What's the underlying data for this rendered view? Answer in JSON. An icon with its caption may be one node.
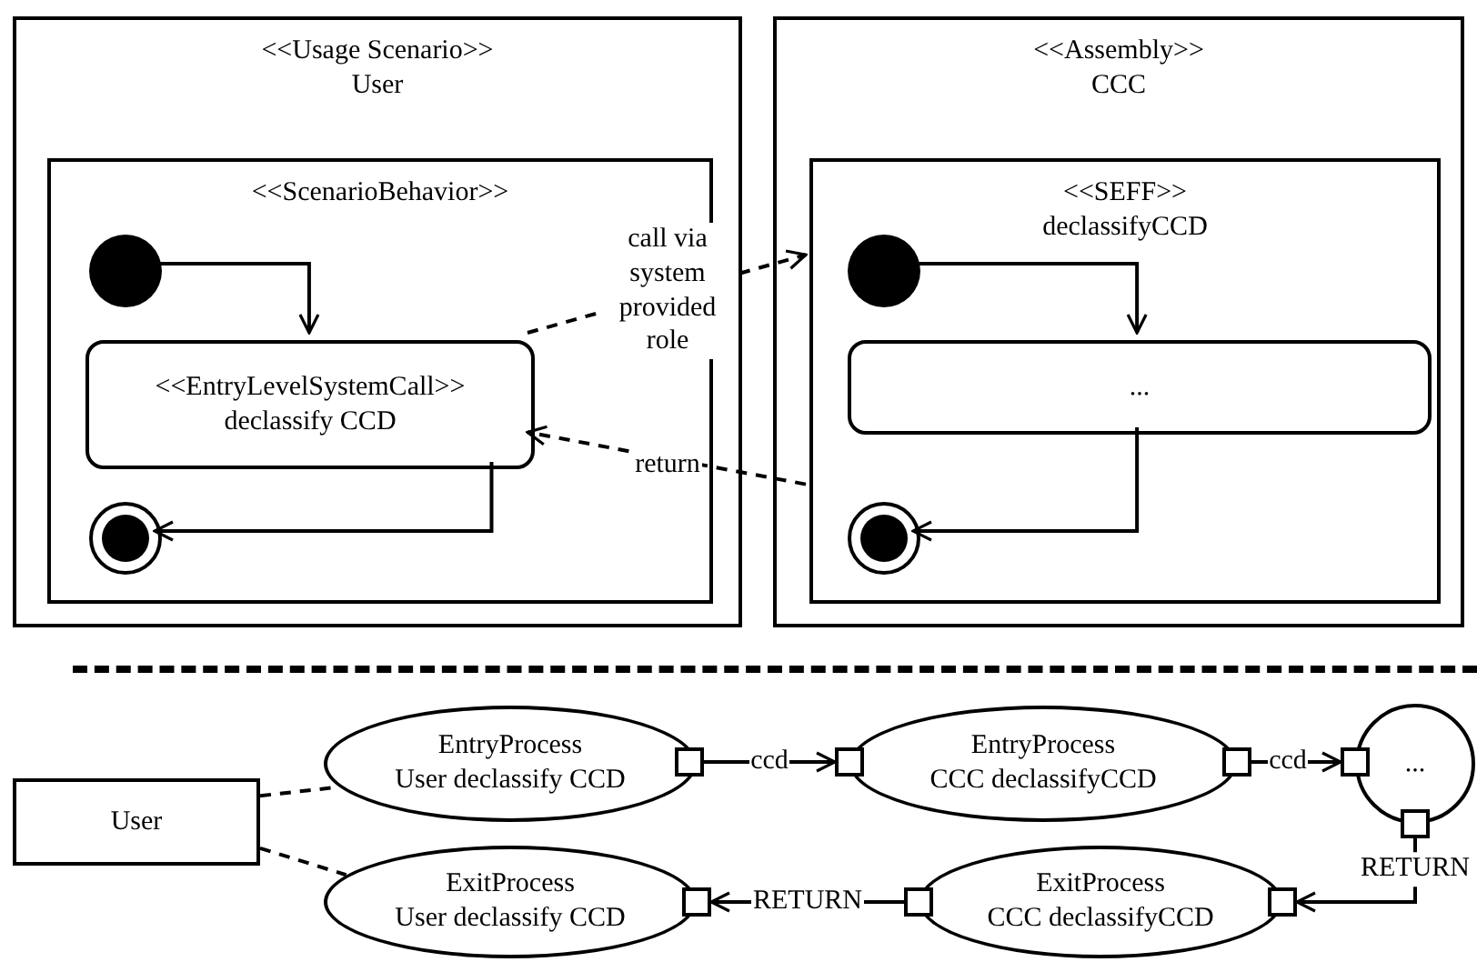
{
  "diagram": {
    "nodes": [
      {
        "text": [
          "<<Usage Scenario>>",
          "User"
        ]
      },
      {
        "text": [
          "<<ScenarioBehavior>>"
        ],
        "in": 0
      },
      {
        "text": [],
        "shape": "circle",
        "in": 1
      },
      {
        "text": [
          "<<EntryLevelSystemCall>>",
          "declassify CCD"
        ],
        "in": 1
      },
      {
        "text": [],
        "shape": "circle",
        "in": 1
      },
      {
        "text": [
          "<<Assembly>>",
          "CCC"
        ]
      },
      {
        "text": [
          "<<SEFF>>",
          "declassifyCCD"
        ],
        "in": 5
      },
      {
        "text": [],
        "shape": "circle",
        "in": 6
      },
      {
        "text": [
          "..."
        ],
        "in": 6
      },
      {
        "text": [],
        "shape": "circle",
        "in": 6
      },
      {
        "text": [
          "User"
        ]
      },
      {
        "text": [
          "EntryProcess",
          "User declassify CCD"
        ]
      },
      {
        "text": [
          "EntryProcess",
          "CCC declassifyCCD"
        ]
      },
      {
        "text": [
          "..."
        ]
      },
      {
        "text": [
          "ExitProcess",
          "User declassify CCD"
        ]
      },
      {
        "text": [
          "ExitProcess",
          "CCC declassifyCCD"
        ]
      },
      {
        "text": [],
        "shape": "box"
      },
      {
        "text": [],
        "shape": "box"
      },
      {
        "text": [],
        "shape": "box"
      },
      {
        "text": [],
        "shape": "box"
      },
      {
        "text": [],
        "shape": "box"
      },
      {
        "text": [],
        "shape": "box"
      },
      {
        "text": [],
        "shape": "box"
      },
      {
        "text": [],
        "shape": "box"
      }
    ],
    "edges": [
      {
        "from": 2,
        "to": 3,
        "arrow": "to"
      },
      {
        "from": 3,
        "to": 4,
        "arrow": "to"
      },
      {
        "from": 3,
        "to": 6,
        "arrow": "to",
        "label": "call via system provided role",
        "style": "dashed"
      },
      {
        "from": 6,
        "to": 3,
        "arrow": "to",
        "label": "return",
        "style": "dashed"
      },
      {
        "from": 7,
        "to": 8,
        "arrow": "to"
      },
      {
        "from": 8,
        "to": 9,
        "arrow": "to"
      },
      {
        "from": 10,
        "to": 11,
        "arrow": "none",
        "style": "dashed"
      },
      {
        "from": 10,
        "to": 14,
        "arrow": "none",
        "style": "dashed"
      },
      {
        "from": 16,
        "to": 17,
        "arrow": "to",
        "label": "ccd"
      },
      {
        "from": 18,
        "to": 19,
        "arrow": "to",
        "label": "ccd"
      },
      {
        "from": 20,
        "to": 21,
        "arrow": "to",
        "label": "RETURN"
      },
      {
        "from": 22,
        "to": 23,
        "arrow": "to",
        "label": "RETURN"
      }
    ]
  }
}
